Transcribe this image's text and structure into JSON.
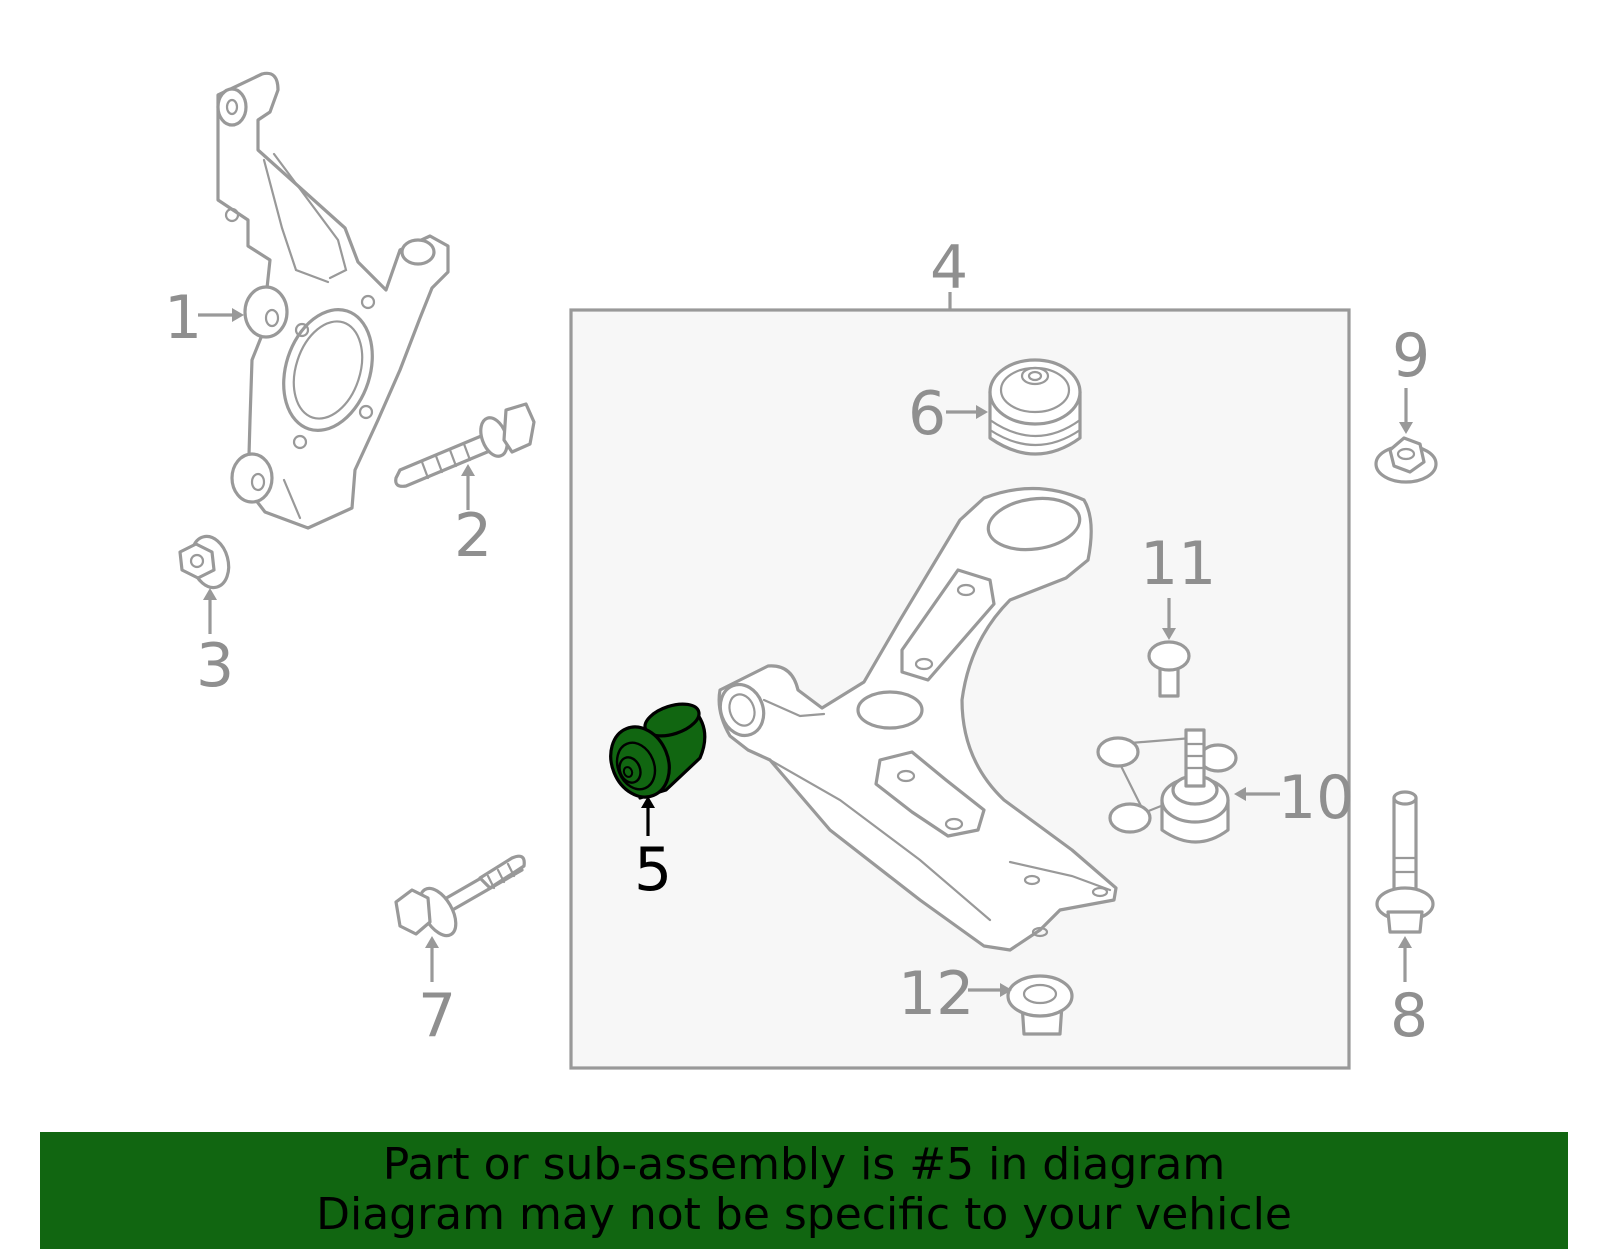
{
  "diagram": {
    "callouts": [
      "1",
      "2",
      "3",
      "4",
      "5",
      "6",
      "7",
      "8",
      "9",
      "10",
      "11",
      "12"
    ],
    "highlighted_part": "5",
    "colors": {
      "line": "#999999",
      "callout_text": "#8f8f8f",
      "highlight_fill": "#116611",
      "highlight_label": "#000000",
      "group_box_fill": "#f7f7f7"
    }
  },
  "banner": {
    "line1": "Part or sub-assembly is #5 in diagram",
    "line2": "Diagram may not be specific to your vehicle",
    "background": "#116611"
  }
}
